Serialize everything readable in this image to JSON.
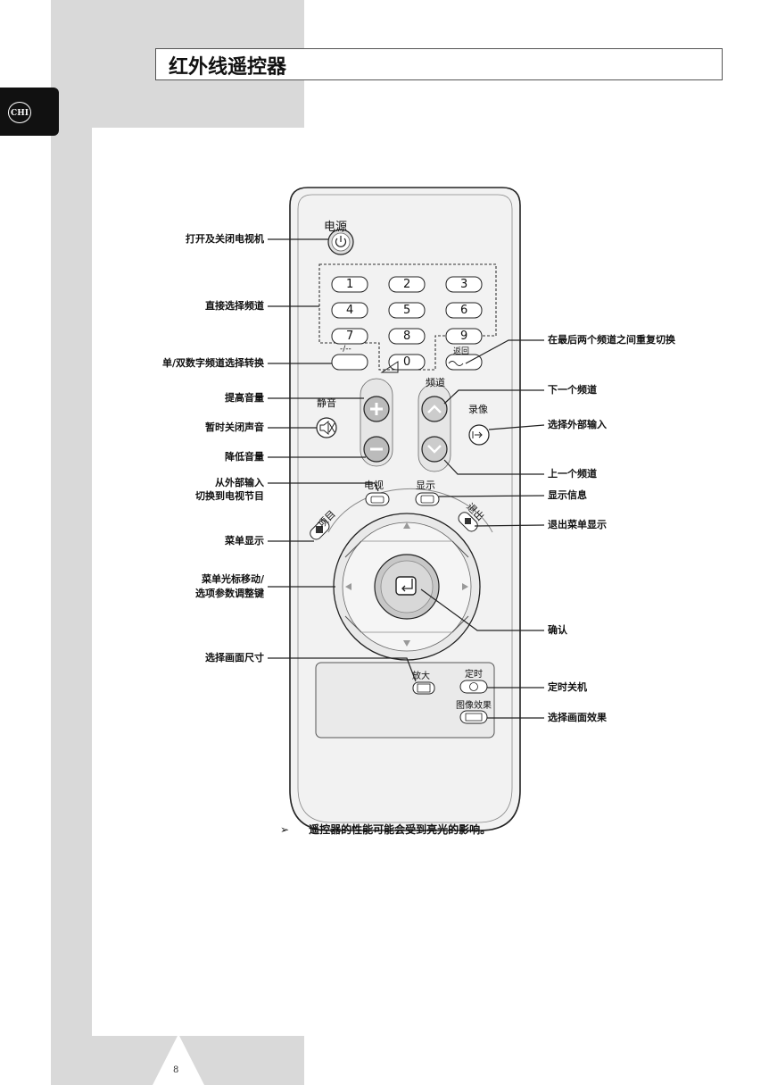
{
  "section_code": "CHI",
  "title": "红外线遥控器",
  "page_number": "8",
  "note": "遥控器的性能可能会受到亮光的影响。",
  "remote_labels": {
    "power": "电源",
    "mute": "静音",
    "channel": "频道",
    "vcr": "录像",
    "tv": "电视",
    "display": "显示",
    "menu": "项目",
    "exit": "退出",
    "zoom": "放大",
    "timer": "定时",
    "picture_effect": "图像效果",
    "return": "返回",
    "dash": "-/--",
    "keys": [
      "1",
      "2",
      "3",
      "4",
      "5",
      "6",
      "7",
      "8",
      "9",
      "0"
    ]
  },
  "callouts_left": [
    "打开及关闭电视机",
    "直接选择频道",
    "单/双数字频道选择转换",
    "提高音量",
    "暂时关闭声音",
    "降低音量",
    "从外部输入",
    "切换到电视节目",
    "菜单显示",
    "菜单光标移动/",
    "选项参数调整键",
    "选择画面尺寸"
  ],
  "callouts_right": [
    "在最后两个频道之间重复切换",
    "下一个频道",
    "选择外部输入",
    "上一个频道",
    "显示信息",
    "退出菜单显示",
    "确认",
    "定时关机",
    "选择画面效果"
  ]
}
